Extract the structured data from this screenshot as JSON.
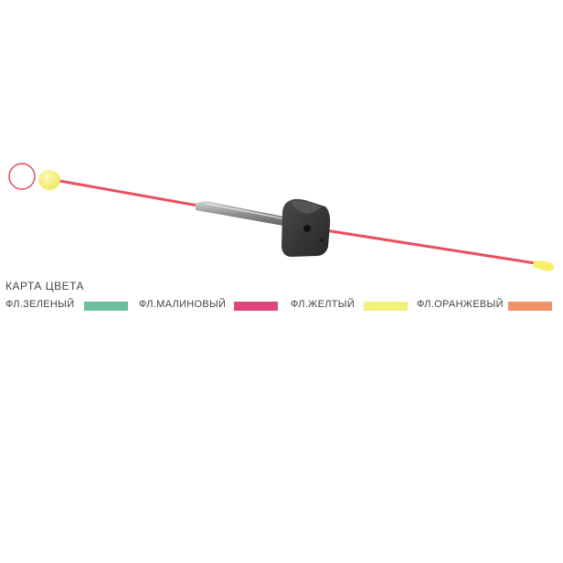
{
  "color_card": {
    "title": "КАРТА ЦВЕТА",
    "items": [
      {
        "label": "ФЛ.ЗЕЛЕНЫЙ",
        "color": "#6dbf9c"
      },
      {
        "label": "ФЛ.МАЛИНОВЫЙ",
        "color": "#e0457e"
      },
      {
        "label": "ФЛ.ЖЕЛТЫЙ",
        "color": "#f0f07a"
      },
      {
        "label": "ФЛ.ОРАНЖЕВЫЙ",
        "color": "#f0926a"
      }
    ]
  },
  "product": {
    "ring_color": "#e04a5e",
    "bead_color": "#f7f06a",
    "rod_color": "#ec4f5f",
    "tip_color": "#f7f06a",
    "metal_color": "#a9a9a9",
    "block_color": "#3a3a3a"
  }
}
